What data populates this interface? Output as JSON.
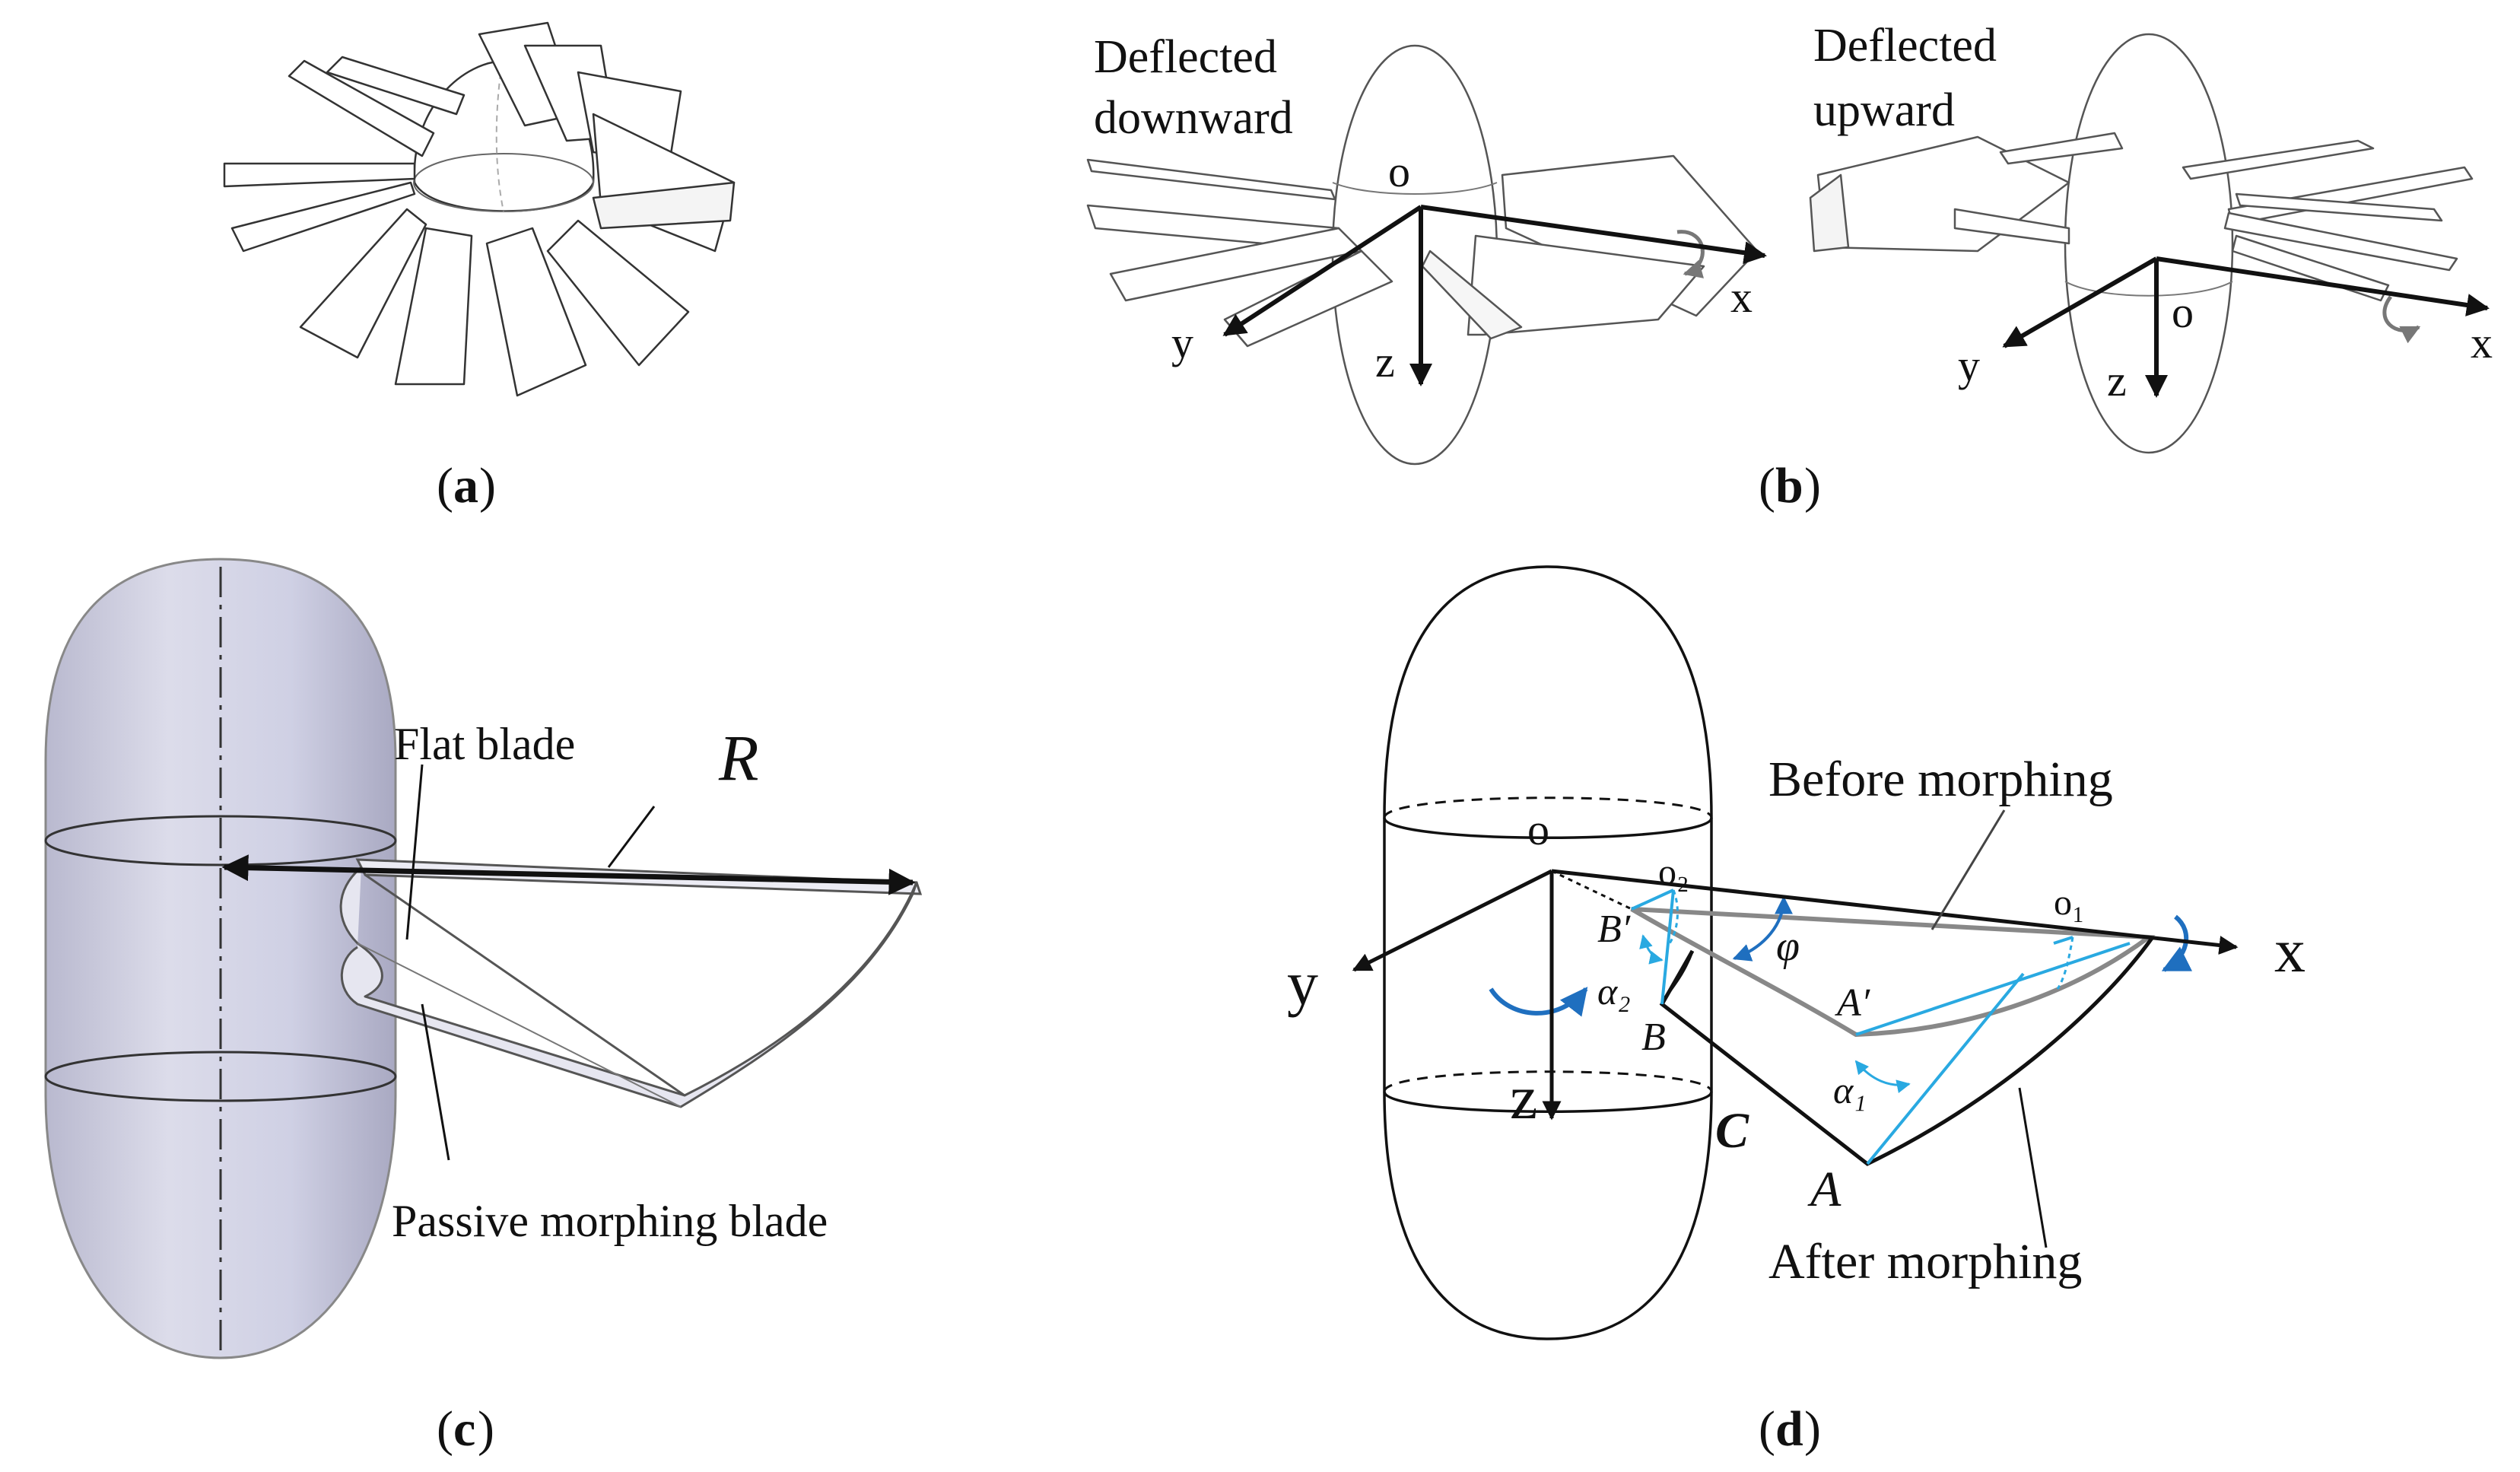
{
  "panels": {
    "a": {
      "caption_open": "(",
      "caption_letter": "a",
      "caption_close": ")"
    },
    "b": {
      "caption_open": "(",
      "caption_letter": "b",
      "caption_close": ")",
      "left": {
        "note_line1": "Deflected",
        "note_line2": "downward",
        "origin": "o",
        "x": "x",
        "y": "y",
        "z": "z"
      },
      "right": {
        "note_line1": "Deflected",
        "note_line2": "upward",
        "origin": "o",
        "x": "x",
        "y": "y",
        "z": "z"
      }
    },
    "c": {
      "caption_open": "(",
      "caption_letter": "c",
      "caption_close": ")",
      "flat_blade": "Flat blade",
      "radius": "R",
      "passive_blade": "Passive morphing blade"
    },
    "d": {
      "caption_open": "(",
      "caption_letter": "d",
      "caption_close": ")",
      "before": "Before morphing",
      "after": "After morphing",
      "o": "o",
      "o1": "o₁",
      "o2": "o₂",
      "x": "x",
      "y": "y",
      "z": "z",
      "B_prime": "B′",
      "A_prime": "A′",
      "B": "B",
      "A": "A",
      "C": "C",
      "phi": "φ",
      "alpha1": "α₁",
      "alpha2": "α₂"
    }
  },
  "colors": {
    "line": "#111111",
    "thin": "#444444",
    "blue": "#29a9e1",
    "darkblue": "#1f6fbf",
    "gray": "#8a8a8a",
    "body": "#c8c8dc"
  }
}
